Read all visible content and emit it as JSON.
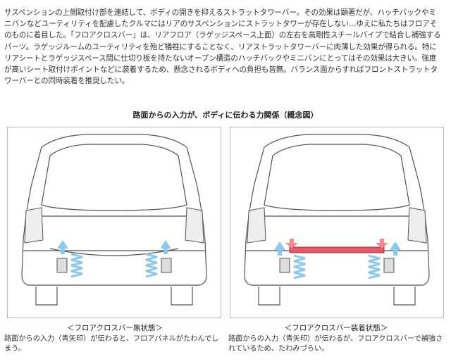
{
  "intro": "サスペンションの上側取付け部を連結して、ボディの開きを抑えるストラットタワーバー。その効果は顕著だが、ハッチバックやミニバンなどユーティリティを配慮したクルマにはリアのサスペンションにストラットタワーが存在しない…ゆえに私たちはフロアそのものに着目した。「フロアクロスバー」は、リアフロア（ラゲッジスペース上面）の左右を高剛性スチールパイプで結合し補強するパーツ。ラゲッジルームのユーティリティを殆ど犠牲にすることなく、リアストラットタワーバーに肉薄した効果が得られる。特にリアシートとラゲッジスペース間に仕切り板を持たないオープン構造のハッチバックやミニバンにとってはその効果は大きい。強度が高いシート取付けポイントなどに装着するため、懸念されるボディへの負担も皆無。バランス面からすればフロントストラットタワーバーとの同時装着を推奨したい。",
  "figure_heading": "路面からの入力が、ボディに伝わる力関係（概念図）",
  "panels": [
    {
      "title": "＜フロアクロスバー無状態＞",
      "description": "路面からの入力（青矢印）が伝わると、フロアパネルがたわんでしまう。",
      "bar_installed": false
    },
    {
      "title": "＜フロアクロスバー装着状態＞",
      "description": "路面からの入力（青矢印）が伝わるが、フロアクロスバーで補強されているため、たわみづらい。",
      "bar_installed": true
    }
  ],
  "colors": {
    "input_arrow": "#8fc8ea",
    "bar": "#e05a68",
    "bar_arrow": "#f08a8a",
    "spring": "#9fd2ee",
    "line": "#555555"
  }
}
